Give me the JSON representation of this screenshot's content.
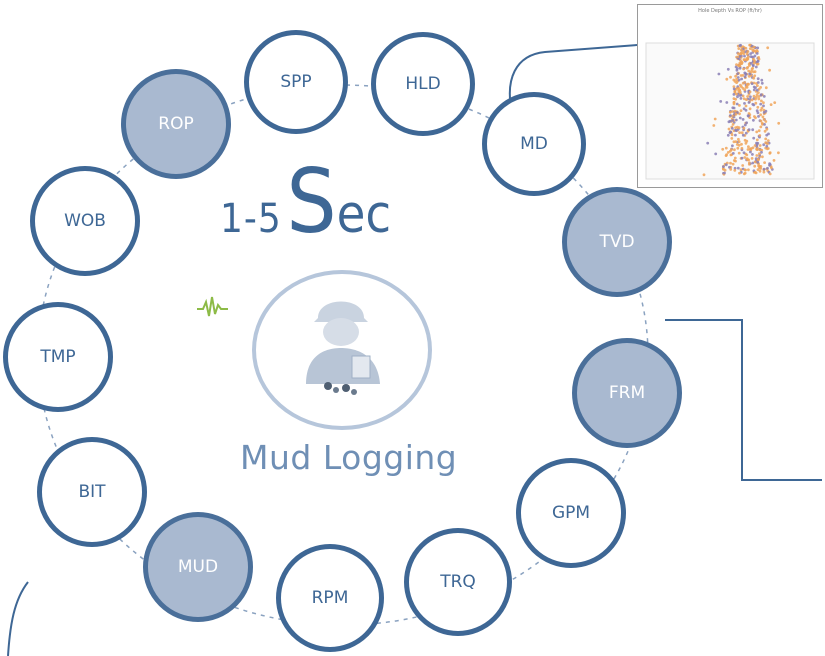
{
  "title": {
    "small": "1-5",
    "big_letter": "S",
    "rest": "ec"
  },
  "subtitle": "Mud Logging",
  "nodes": [
    {
      "label": "SPP",
      "filled": false
    },
    {
      "label": "HLD",
      "filled": false
    },
    {
      "label": "MD",
      "filled": false
    },
    {
      "label": "TVD",
      "filled": true
    },
    {
      "label": "FRM",
      "filled": true
    },
    {
      "label": "GPM",
      "filled": false
    },
    {
      "label": "TRQ",
      "filled": false
    },
    {
      "label": "RPM",
      "filled": false
    },
    {
      "label": "MUD",
      "filled": true
    },
    {
      "label": "BIT",
      "filled": false
    },
    {
      "label": "TMP",
      "filled": false
    },
    {
      "label": "WOB",
      "filled": false
    },
    {
      "label": "ROP",
      "filled": true
    }
  ],
  "inset_chart": {
    "title": "Hole Depth Vs ROP (ft/hr)"
  },
  "colors": {
    "ring": "#3e6795",
    "fill": "#a9b9d0",
    "text_light": "#6f8fb5",
    "pulse": "#8dbb47",
    "dot_orange": "#f0a45a",
    "dot_purple": "#8a7fb5"
  }
}
